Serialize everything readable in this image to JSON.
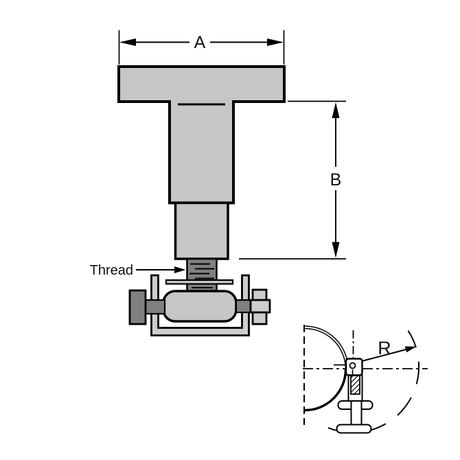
{
  "figure": {
    "type": "technical-drawing of swivel T-handle jack with dimensions",
    "labels": {
      "dim_a": "A",
      "dim_b": "B",
      "thread": "Thread",
      "radius": "R"
    },
    "colors": {
      "body_fill": "#c6c6c6",
      "hardware_fill": "#cdcdcd",
      "dark_fill": "#808080",
      "line": "#000000",
      "background": "#ffffff"
    }
  }
}
